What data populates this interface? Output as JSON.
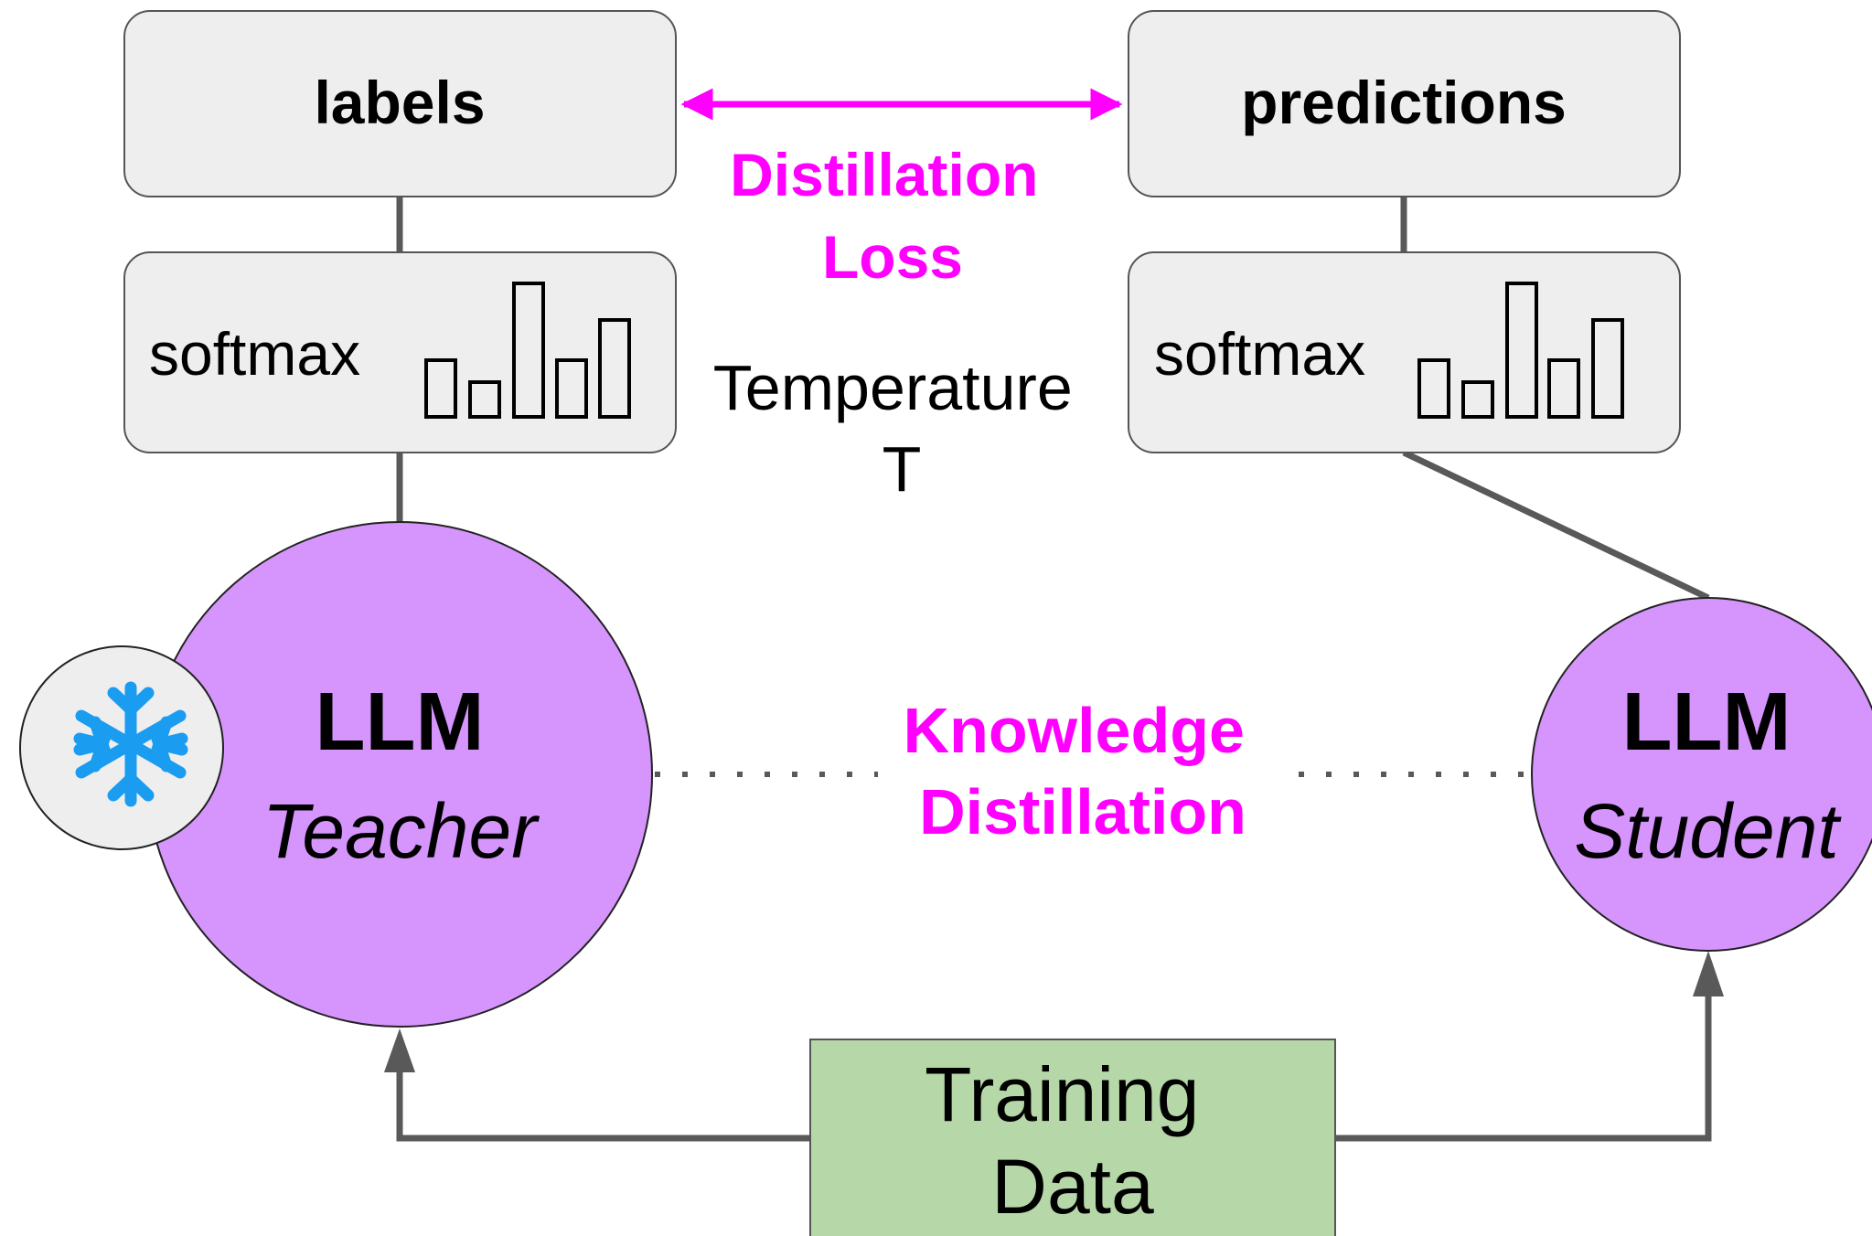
{
  "teacher_output": {
    "label": "labels"
  },
  "student_output": {
    "label": "predictions"
  },
  "teacher_softmax": {
    "label": "softmax"
  },
  "student_softmax": {
    "label": "softmax"
  },
  "distillation_loss": {
    "line1": "Distillation",
    "line2": "Loss"
  },
  "temperature": {
    "line1": "Temperature",
    "line2": "T"
  },
  "teacher": {
    "title": "LLM",
    "subtitle": "Teacher",
    "frozen_icon": "snowflake-icon"
  },
  "student": {
    "title": "LLM",
    "subtitle": "Student"
  },
  "knowledge_distillation": {
    "line1": "Knowledge",
    "line2": "Distillation"
  },
  "training_data": {
    "line1": "Training",
    "line2": "Data"
  },
  "colors": {
    "box_fill": "#eeeeee",
    "box_stroke": "#555555",
    "llm_fill": "#d695fc",
    "accent_magenta": "#ff00ff",
    "training_fill": "#b6d7a8",
    "connector": "#595959",
    "snowflake": "#1a9cf0"
  }
}
